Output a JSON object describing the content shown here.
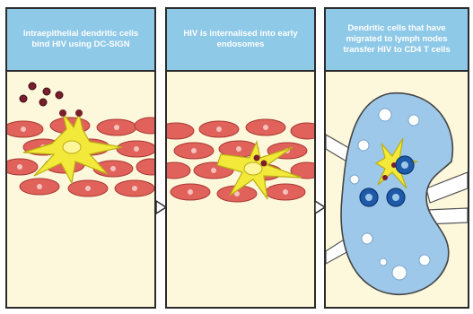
{
  "panels": [
    {
      "caption": "Intraepithelial dendritic cells bind HIV using DC-SIGN"
    },
    {
      "caption": "HIV is internalised into early endosomes"
    },
    {
      "caption": "Dendritic cells that have migrated to lymph nodes transfer HIV to CD4 T cells"
    }
  ],
  "colors": {
    "caption_bg": "#8fc9e8",
    "background": "#fdf8dc",
    "epithelial_cell": "#e0625a",
    "dendritic_cell": "#f2e93a",
    "lymph_node": "#9ec8ea",
    "t_cell": "#1e5aa8",
    "virus": "#7a1e2b"
  }
}
